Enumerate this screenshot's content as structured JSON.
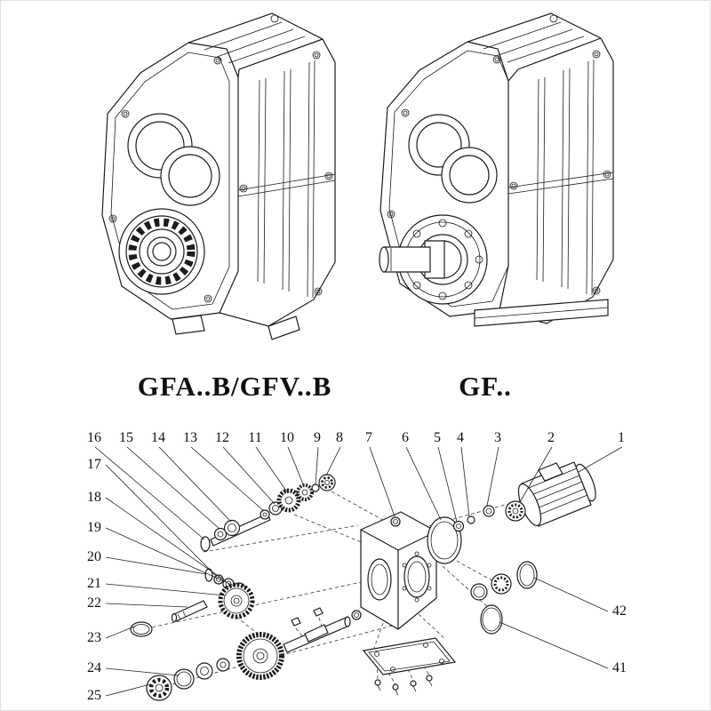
{
  "page": {
    "background": "#ffffff",
    "line_color": "#1c1c1c"
  },
  "models": [
    {
      "label": "GFA..B/GFV..B"
    },
    {
      "label": "GF.."
    }
  ],
  "exploded_view": {
    "top_numbers": [
      "16",
      "15",
      "14",
      "13",
      "12",
      "11",
      "10",
      "9",
      "8",
      "7",
      "6",
      "5",
      "4",
      "3",
      "2",
      "1"
    ],
    "left_numbers": [
      "17",
      "18",
      "19",
      "20",
      "21",
      "22",
      "23",
      "24",
      "25"
    ],
    "right_numbers": [
      "42",
      "41"
    ]
  }
}
